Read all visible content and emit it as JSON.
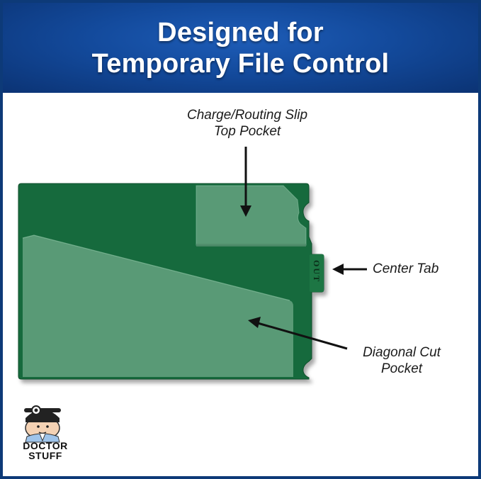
{
  "banner": {
    "line1": "Designed for",
    "line2": "Temporary File Control"
  },
  "labels": {
    "top_pocket": [
      "Charge/Routing Slip",
      "Top Pocket"
    ],
    "center_tab": "Center Tab",
    "diagonal_pocket": [
      "Diagonal Cut",
      "Pocket"
    ]
  },
  "tab_text": "OUT",
  "logo": {
    "line1": "DOCTOR",
    "line2": "STUFF"
  },
  "colors": {
    "banner_blue": "#134a9c",
    "border_navy": "#0d3a78",
    "folder_green": "#186b3c",
    "pocket_green": "#5f9e7b"
  },
  "icons": [
    "arrow-down-icon",
    "arrow-left-icon",
    "doctor-mascot-icon"
  ]
}
